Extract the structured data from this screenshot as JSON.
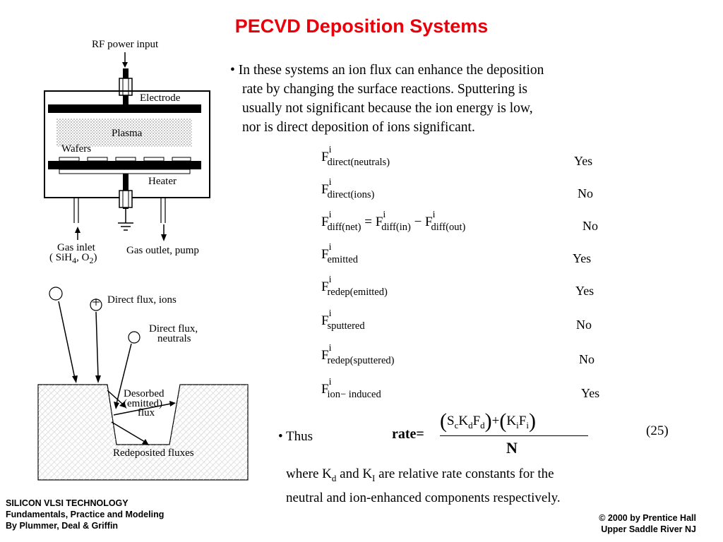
{
  "title": "PECVD Deposition Systems",
  "bullet1": {
    "marker": "•",
    "lines": [
      "In these systems an ion flux can enhance the deposition",
      "rate by changing the surface reactions. Sputtering is",
      "usually not significant because the ion energy is low,",
      "nor is direct deposition of ions significant."
    ]
  },
  "flux_terms": [
    {
      "symbol": "F",
      "sup": "i",
      "sub": "direct(neutrals)",
      "answer": "Yes"
    },
    {
      "symbol": "F",
      "sup": "i",
      "sub": "direct(ions)",
      "answer": "No"
    },
    {
      "symbol": "F",
      "sup": "i",
      "sub": "diff(net)",
      "rhs1_sub": "diff(in)",
      "rhs2_sub": "diff(out)",
      "eq": "=",
      "minus": "−",
      "answer": "No"
    },
    {
      "symbol": "F",
      "sup": "i",
      "sub": "emitted",
      "answer": "Yes"
    },
    {
      "symbol": "F",
      "sup": "i",
      "sub": "redep(emitted)",
      "answer": "Yes"
    },
    {
      "symbol": "F",
      "sup": "i",
      "sub": "sputtered",
      "answer": "No"
    },
    {
      "symbol": "F",
      "sup": "i",
      "sub": "redep(sputtered)",
      "answer": "No"
    },
    {
      "symbol": "F",
      "sup": "i",
      "sub": "ion− induced",
      "answer": "Yes"
    }
  ],
  "rate_equation": {
    "bullet": "• Thus",
    "lhs": "rate",
    "eq": "=",
    "numerator": {
      "open1": "(",
      "Sc": "S",
      "c": "c",
      "Kd": "K",
      "d": "d",
      "Fd": "F",
      "d2": "d",
      "close1": ")",
      "plus": "+",
      "open2": "(",
      "Ki": "K",
      "i": "i",
      "Fi": "F",
      "i2": "i",
      "close2": ")"
    },
    "denominator": "N",
    "number": "(25)"
  },
  "where": {
    "line1_a": "where K",
    "line1_sub1": "d",
    "line1_b": " and K",
    "line1_sub2": "I",
    "line1_c": " are relative rate constants for the",
    "line2": "neutral and ion-enhanced components respectively."
  },
  "diagram1": {
    "rf_label": "RF power input",
    "electrode": "Electrode",
    "plasma": "Plasma",
    "wafers": "Wafers",
    "heater": "Heater",
    "gas_inlet": "Gas inlet",
    "gas_inlet_sub_a": "( SiH",
    "gas_inlet_sub_4": "4",
    "gas_inlet_sub_b": ", O",
    "gas_inlet_sub_2": "2",
    "gas_inlet_sub_c": ")",
    "gas_outlet": "Gas outlet, pump"
  },
  "diagram2": {
    "direct_ions": "Direct flux, ions",
    "direct_neutrals_1": "Direct flux,",
    "direct_neutrals_2": "neutrals",
    "desorbed_1": "Desorbed",
    "desorbed_2": "(emitted)",
    "desorbed_3": "flux",
    "redeposited": "Redeposited fluxes",
    "plus_sign": "+"
  },
  "footer_left": [
    "SILICON VLSI TECHNOLOGY",
    "Fundamentals, Practice and Modeling",
    "By Plummer, Deal & Griffin"
  ],
  "footer_right": [
    "© 2000 by Prentice Hall",
    "Upper Saddle River NJ"
  ],
  "colors": {
    "title": "#e8000b",
    "text": "#000000",
    "hatch": "#c8c8c8"
  }
}
